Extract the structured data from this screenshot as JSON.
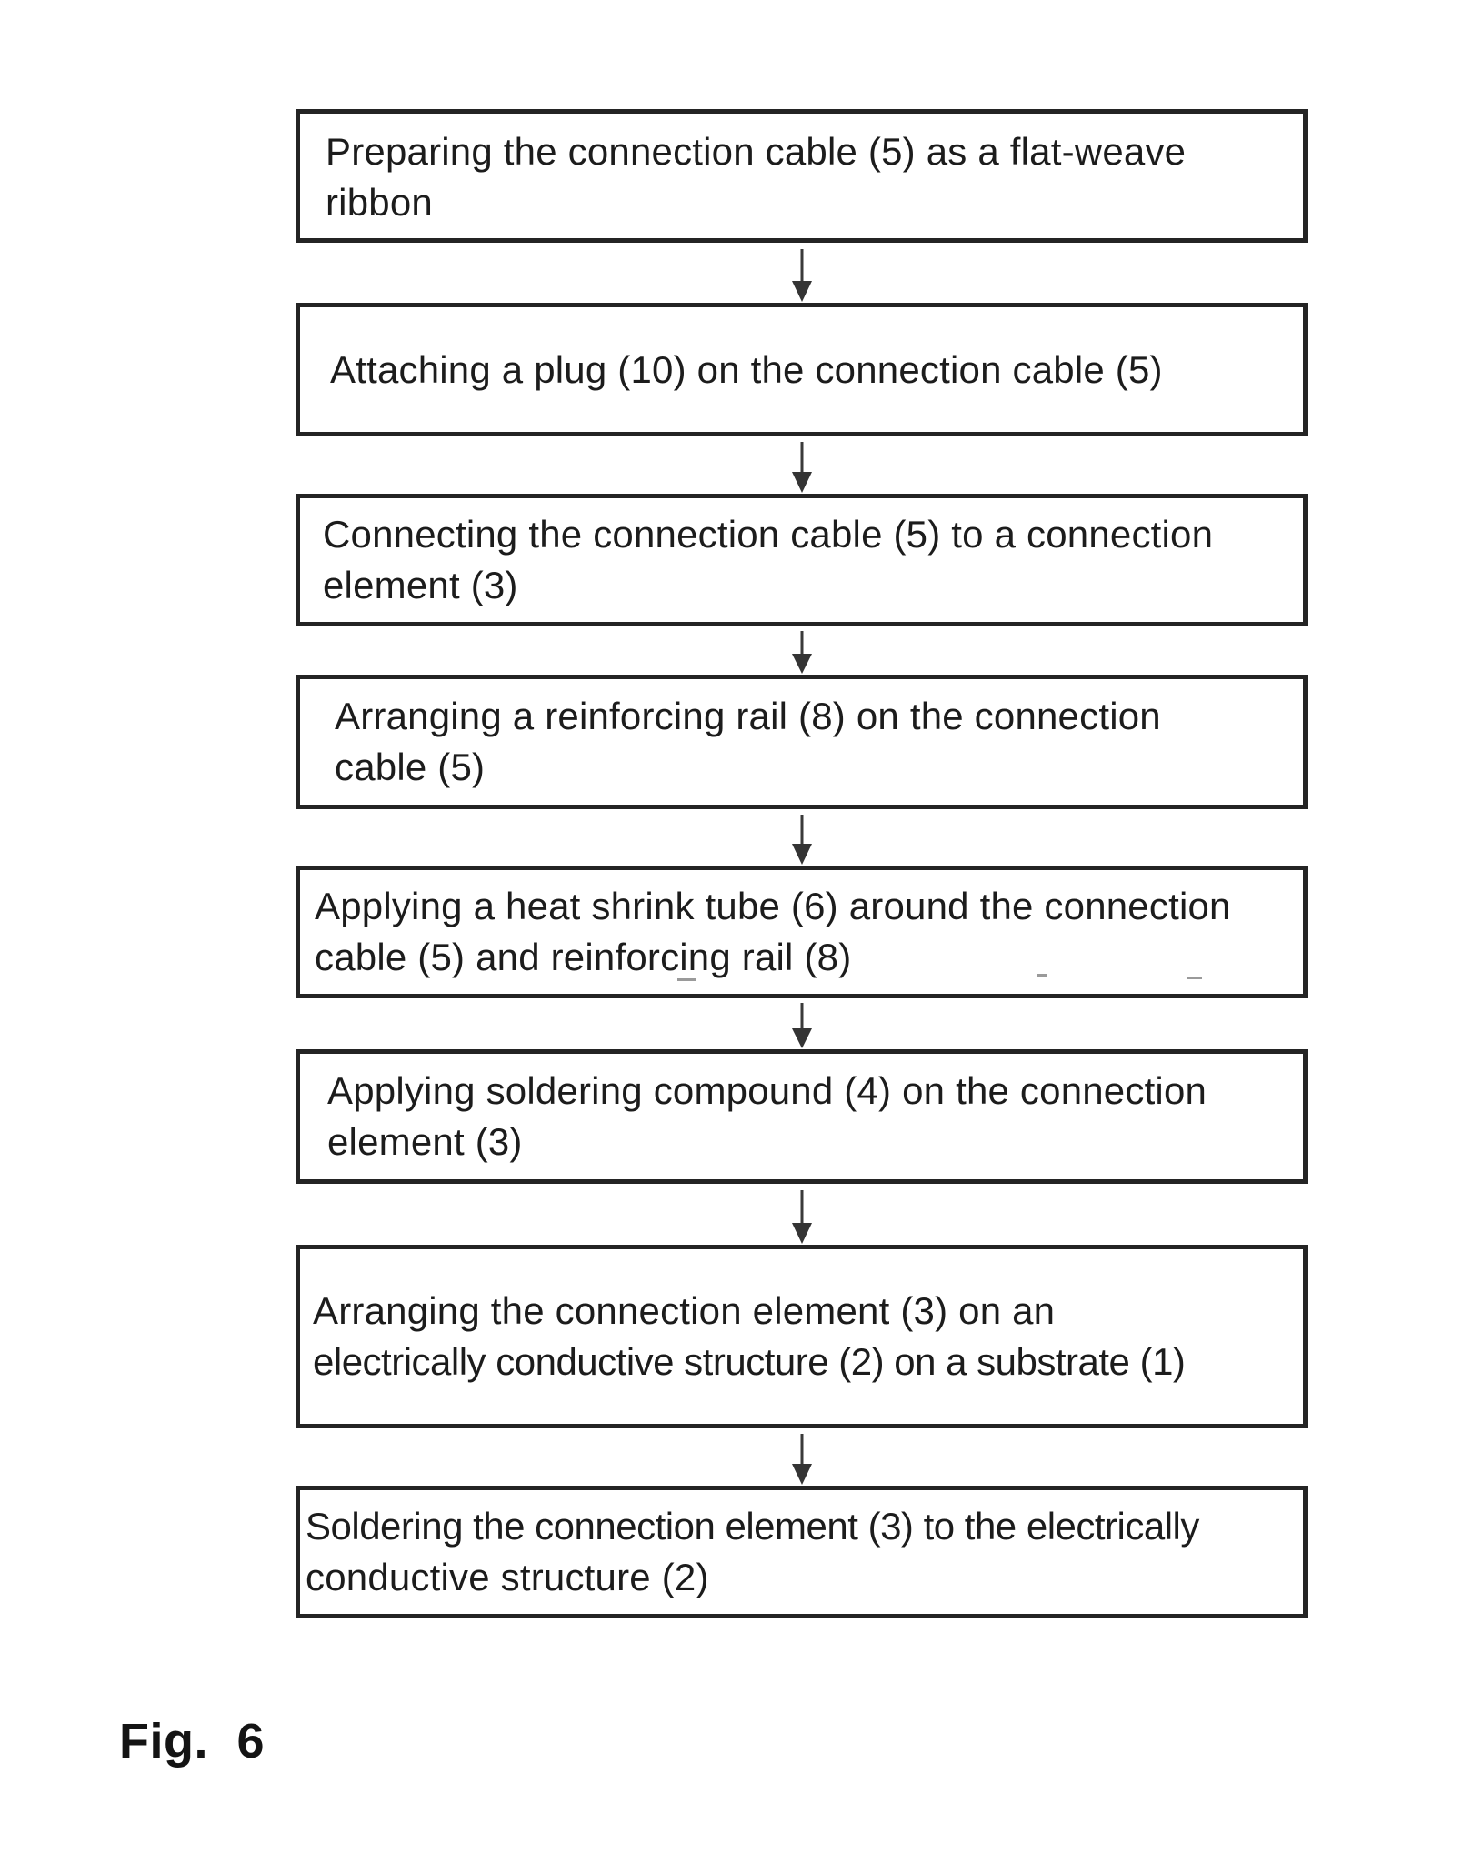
{
  "figure": {
    "label": "Fig. 6",
    "type": "flowchart",
    "connector_style": "downward-arrow"
  },
  "flowchart": {
    "steps": [
      {
        "lines": [
          "Preparing the connection cable (5) as a flat-weave",
          "ribbon"
        ]
      },
      {
        "lines": [
          "Attaching a plug (10) on the connection cable (5)"
        ]
      },
      {
        "lines": [
          "Connecting the connection cable (5) to a connection",
          "element (3)"
        ]
      },
      {
        "lines": [
          "Arranging a reinforcing rail (8) on the connection",
          "cable (5)"
        ]
      },
      {
        "lines": [
          "Applying a heat shrink tube (6) around the connection",
          "cable (5) and reinforcing rail (8)"
        ]
      },
      {
        "lines": [
          "Applying soldering compound (4) on the connection",
          "element (3)"
        ]
      },
      {
        "lines": [
          "Arranging the connection element (3) on an",
          "electrically conductive structure (2) on a substrate (1)"
        ]
      },
      {
        "lines": [
          "Soldering the connection element (3) to the electrically",
          "conductive structure (2)"
        ]
      }
    ]
  },
  "colors": {
    "background": "#ffffff",
    "ink": "#1c1c1c",
    "box_border": "#242424",
    "arrow": "#343434"
  }
}
